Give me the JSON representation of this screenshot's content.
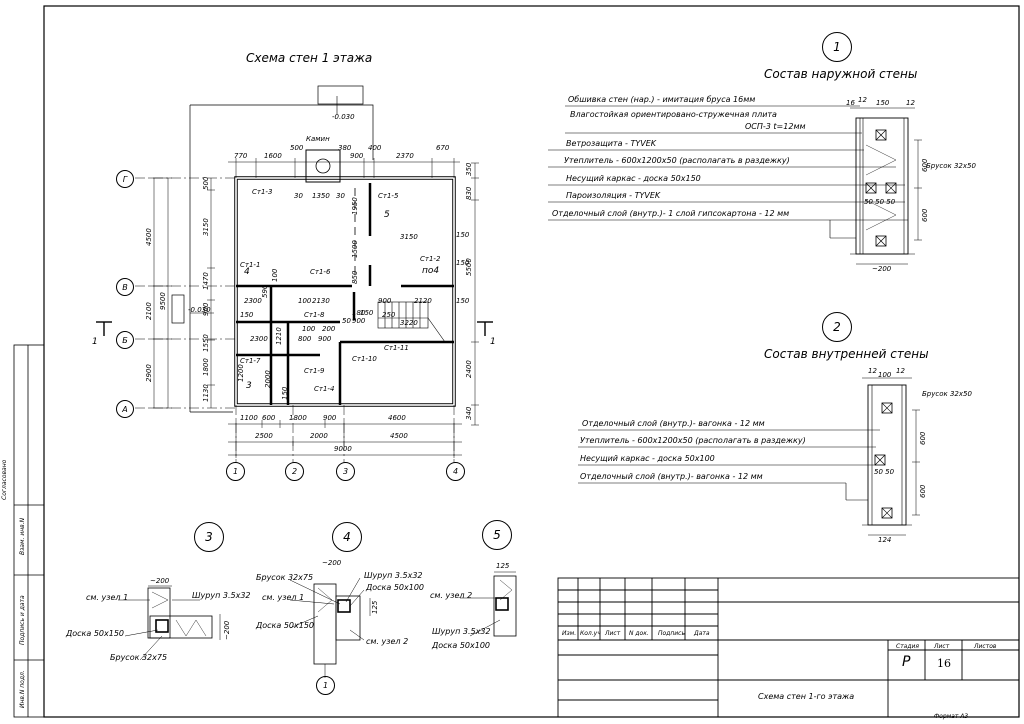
{
  "plan_title": "Схема стен 1 этажа",
  "ext_wall": {
    "number": "1",
    "title": "Состав наружной стены",
    "layers": [
      "Обшивка стен (нар.) - имитация бруса 16мм",
      "Влагостойкая ориентировано-стружечная плита",
      "ОСП-3 t=12мм",
      "Ветрозащита - TYVEK",
      "Утеплитель - 600x1200x50 (располагать в раздежку)",
      "Несущий каркас - доска 50x150",
      "Пароизоляция - TYVEK",
      "Отделочный слой (внутр.)- 1 слой гипсокартона - 12 мм"
    ],
    "dims_top": [
      "16",
      "12",
      "150",
      "12"
    ],
    "dims_side": [
      "600",
      "600"
    ],
    "inner": "50 50 50",
    "bottom": "~200",
    "brusok": "Брусок 32x50"
  },
  "int_wall": {
    "number": "2",
    "title": "Состав внутренней стены",
    "layers": [
      "Отделочный слой (внутр.)- вагонка - 12 мм",
      "Утеплитель - 600x1200x50 (располагать в раздежку)",
      "Несущий каркас - доска 50x100",
      "Отделочный слой (внутр.)- вагонка - 12 мм"
    ],
    "dims_top": [
      "12",
      "100",
      "12"
    ],
    "dims_side": [
      "600",
      "600"
    ],
    "inner": "50 50",
    "bottom": "124",
    "brusok": "Брусок 32x50"
  },
  "plan": {
    "axes_letters": [
      "Г",
      "В",
      "Б",
      "А"
    ],
    "axes_numbers": [
      "1",
      "2",
      "3",
      "4"
    ],
    "left_dims": [
      "4500",
      "2100",
      "2900",
      "9500"
    ],
    "left_dims2": [
      "500",
      "3150",
      "1470",
      "900",
      "1550",
      "1800",
      "1130"
    ],
    "right_dims": [
      "350",
      "830",
      "5500",
      "2400",
      "340"
    ],
    "right_inner": [
      "150",
      "150",
      "150"
    ],
    "top_dims": [
      "770",
      "1600",
      "500",
      "380",
      "900",
      "400",
      "2370",
      "670"
    ],
    "bottom_dims1": [
      "1100",
      "600",
      "1800",
      "900",
      "4600"
    ],
    "bottom_dims2": [
      "2500",
      "2000",
      "4500"
    ],
    "bottom_total": "9000",
    "kamin": "Камин",
    "level_top": "-0.030",
    "level_left": "-0.030",
    "section_mark": "1",
    "inner_dims": [
      "30",
      "1350",
      "30",
      "1950",
      "1500",
      "850",
      "3150",
      "2300",
      "2130",
      "900",
      "2120",
      "100",
      "150",
      "180",
      "50",
      "900",
      "250",
      "3220",
      "200",
      "2300",
      "100",
      "1210",
      "800",
      "900",
      "2000",
      "150",
      "590",
      "100",
      "150",
      "1200"
    ],
    "labels": [
      "Ст1-3",
      "Ст1-5",
      "Ст1-1",
      "Ст1-6",
      "Ст1-2",
      "Ст1-8",
      "Ст1-7",
      "Ст1-9",
      "Ст1-10",
      "Ст1-11",
      "Ст1-4"
    ],
    "nodes": [
      "4",
      "5",
      "3",
      "по4"
    ]
  },
  "nodes": {
    "n3": {
      "num": "3",
      "dim": "~200",
      "dim_side": "~200",
      "refs": [
        "см. узел 1",
        "Шуруп 3.5x32",
        "Доска 50x150",
        "Брусок 32x75"
      ]
    },
    "n4": {
      "num": "4",
      "dim": "~200",
      "dim_side": "125",
      "refs": [
        "Брусок 32x75",
        "см. узел 1",
        "Доска 50x150",
        "Шуруп 3.5x32",
        "Доска 50x100",
        "см. узел 2"
      ],
      "axis": "1"
    },
    "n5": {
      "num": "5",
      "dim": "125",
      "refs": [
        "см. узел 2",
        "Шуруп 3.5x32",
        "Доска 50x100"
      ]
    }
  },
  "title_block": {
    "headers": [
      "Изм.",
      "Кол.уч",
      "Лист",
      "N док.",
      "Подпись",
      "Дата"
    ],
    "stadiya_label": "Стадия",
    "list_label": "Лист",
    "listov_label": "Листов",
    "stadiya": "Р",
    "list": "16",
    "name": "Схема стен 1-го этажа",
    "format": "Формат А3"
  },
  "side_stamp": [
    "Согласовано",
    "Взам. инв.N",
    "Подпись и дата",
    "Инв.N подл."
  ]
}
